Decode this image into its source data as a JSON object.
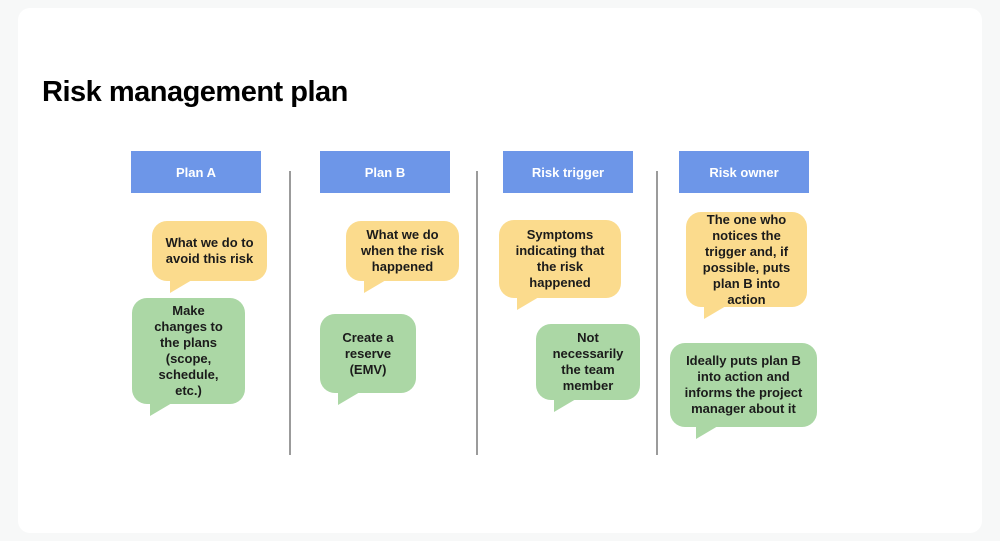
{
  "page": {
    "title": "Risk management plan"
  },
  "colors": {
    "header_blue": "#6d96e8",
    "bubble_yellow": "#fbdb8d",
    "bubble_green": "#abd7a5",
    "divider_gray": "#9b9b9b",
    "card": "#ffffff",
    "background": "#f7f8f8"
  },
  "columns": [
    {
      "header": "Plan A",
      "yellow_note": "What we do to avoid this risk",
      "green_note": "Make changes to the plans (scope, schedule, etc.)"
    },
    {
      "header": "Plan B",
      "yellow_note": "What we do when the risk happened",
      "green_note": "Create a reserve (EMV)"
    },
    {
      "header": "Risk trigger",
      "yellow_note": "Symptoms indicating that the risk happened",
      "green_note": "Not necessarily the team member"
    },
    {
      "header": "Risk owner",
      "yellow_note": "The one who notices the trigger and, if possible, puts plan B into action",
      "green_note": "Ideally puts plan B into action and informs the project manager about it"
    }
  ]
}
